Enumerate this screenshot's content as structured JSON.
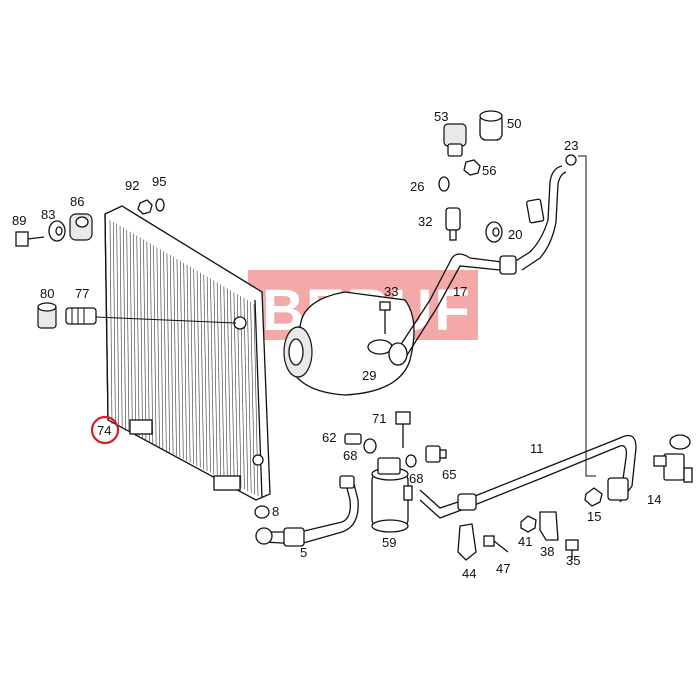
{
  "watermark": {
    "text": "BERUF",
    "color": "#f29a9a"
  },
  "highlight_color": "#d32020",
  "callouts": {
    "c53": "53",
    "c50": "50",
    "c23": "23",
    "c26": "26",
    "c56": "56",
    "c32": "32",
    "c20": "20",
    "c92": "92",
    "c95": "95",
    "c89": "89",
    "c83": "83",
    "c86": "86",
    "c80": "80",
    "c77": "77",
    "c33": "33",
    "c17": "17",
    "c29": "29",
    "c71": "71",
    "c62": "62",
    "c68a": "68",
    "c68b": "68",
    "c65": "65",
    "c11": "11",
    "c14": "14",
    "c15": "15",
    "c8": "8",
    "c5": "5",
    "c59": "59",
    "c41": "41",
    "c38": "38",
    "c44": "44",
    "c47": "47",
    "c35": "35",
    "c74": "74"
  }
}
